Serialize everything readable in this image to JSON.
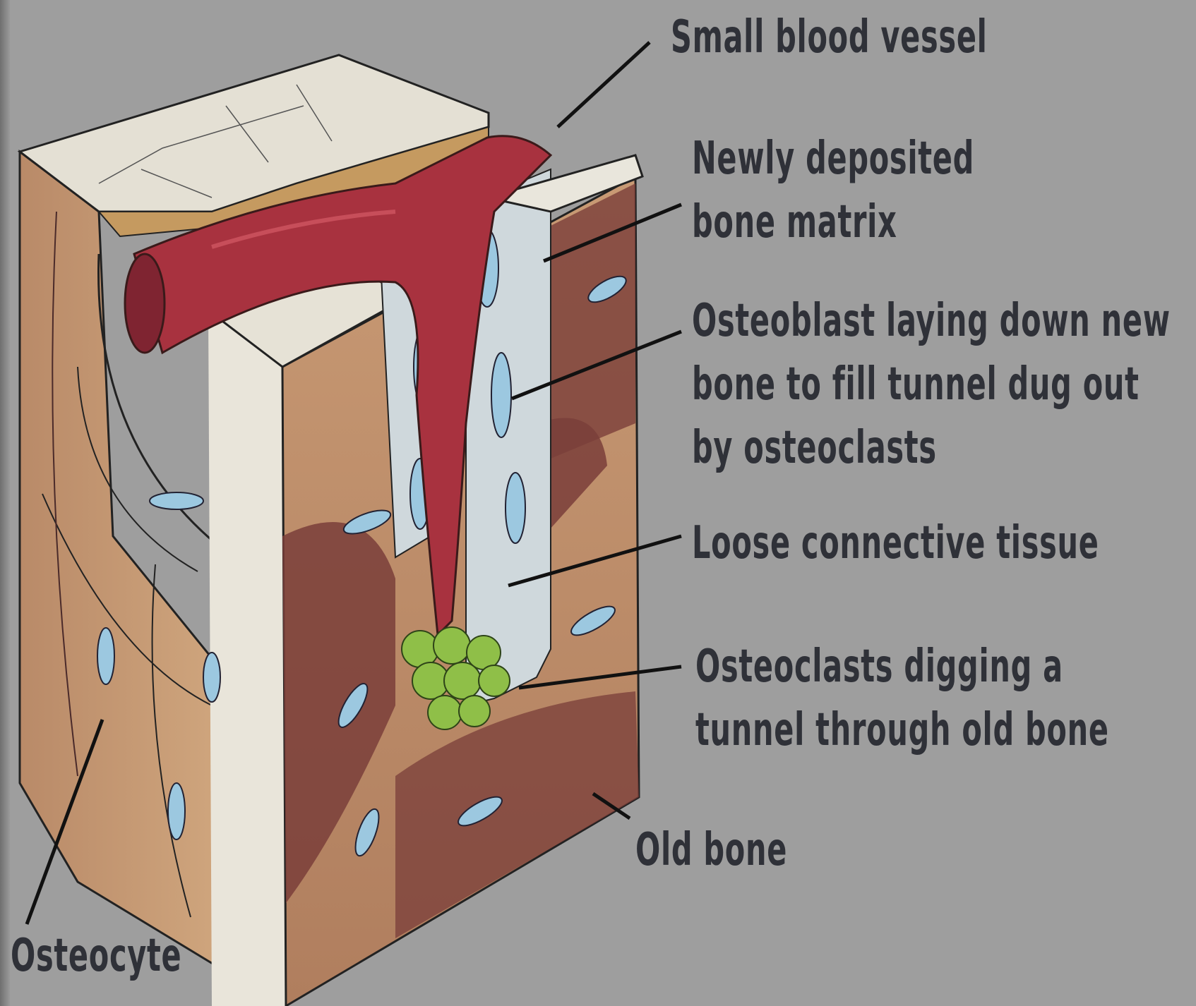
{
  "labels": {
    "small_blood_vessel": "Small blood vessel",
    "new_matrix": [
      "Newly deposited",
      "bone matrix"
    ],
    "osteoblast": [
      "Osteoblast laying down new",
      "bone to fill tunnel dug out",
      "by osteoclasts"
    ],
    "loose_tissue": "Loose connective tissue",
    "osteoclasts": [
      "Osteoclasts digging a",
      "tunnel through old bone"
    ],
    "old_bone": "Old bone",
    "osteocyte": "Osteocyte"
  },
  "colors": {
    "background": "#9e9e9e",
    "bone": "#d9b48a",
    "old_bone_dark": "#7a3e3a",
    "vessel": "#a8323f",
    "osteoblast": "#9cc8e0",
    "osteoclast": "#8fbf48",
    "label_text": "#2f3138"
  }
}
